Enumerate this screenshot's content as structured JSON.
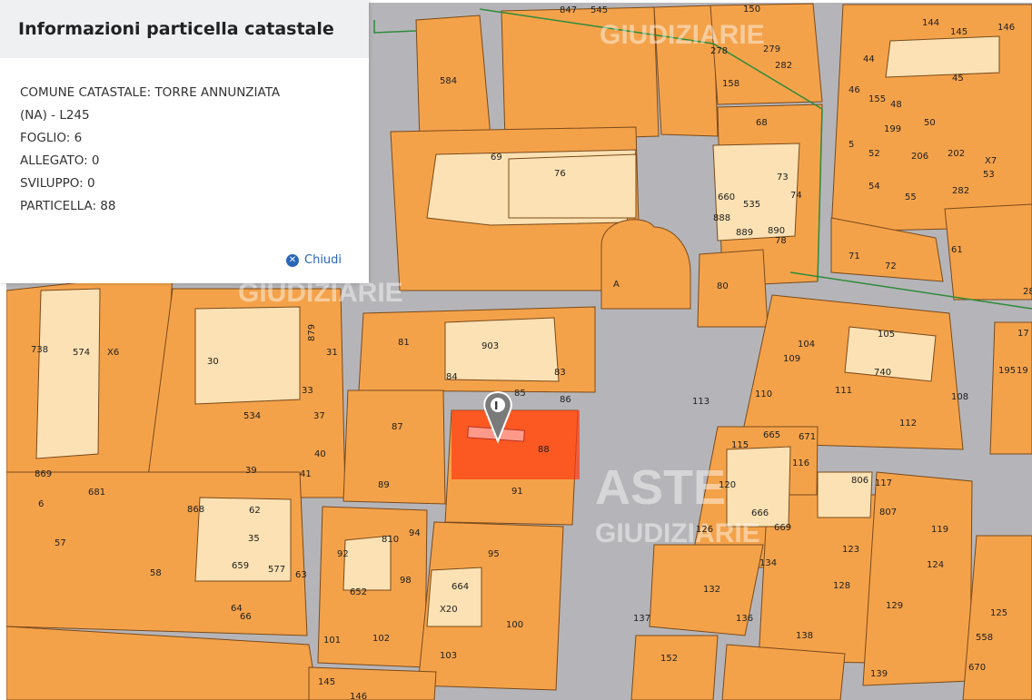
{
  "popup": {
    "title": "Informazioni particella catastale",
    "lines": [
      "COMUNE CATASTALE: TORRE ANNUNZIATA",
      "(NA) - L245",
      "FOGLIO: 6",
      "ALLEGATO: 0",
      "SVILUPPO: 0",
      "PARTICELLA: 88"
    ],
    "close_label": "Chiudi",
    "close_icon": "close-circle-icon"
  },
  "map": {
    "selected_parcel": "88",
    "highlight_color": "#ff3b14",
    "parcel_color": "#f4a24a",
    "courtyard_color": "#fbe1b3",
    "road_color": "#b5b5b9",
    "marker_icon": "info-marker-icon",
    "marker_letter": "I",
    "watermark": [
      "ASTE",
      "GIUDIZIARIE"
    ],
    "labels": [
      "847",
      "545",
      "150",
      "278",
      "279",
      "282",
      "158",
      "144",
      "145",
      "146",
      "44",
      "45",
      "46",
      "155",
      "48",
      "50",
      "199",
      "5",
      "52",
      "206",
      "202",
      "X7",
      "53",
      "54",
      "55",
      "282",
      "584",
      "68",
      "69",
      "76",
      "73",
      "74",
      "660",
      "535",
      "888",
      "889",
      "890",
      "78",
      "71",
      "72",
      "61",
      "28",
      "80",
      "A",
      "738",
      "574",
      "X6",
      "30",
      "879",
      "31",
      "81",
      "903",
      "83",
      "84",
      "85",
      "86",
      "104",
      "105",
      "109",
      "740",
      "111",
      "110",
      "108",
      "113",
      "665",
      "671",
      "112",
      "17",
      "195",
      "19",
      "33",
      "37",
      "534",
      "87",
      "88",
      "115",
      "116",
      "40",
      "41",
      "39",
      "89",
      "91",
      "120",
      "806",
      "117",
      "807",
      "869",
      "681",
      "6",
      "868",
      "62",
      "666",
      "669",
      "126",
      "119",
      "57",
      "35",
      "810",
      "94",
      "95",
      "123",
      "124",
      "58",
      "659",
      "577",
      "63",
      "92",
      "98",
      "134",
      "128",
      "652",
      "664",
      "X20",
      "100",
      "132",
      "136",
      "129",
      "125",
      "64",
      "66",
      "137",
      "138",
      "101",
      "102",
      "103",
      "558",
      "152",
      "139",
      "670",
      "145",
      "146"
    ]
  }
}
